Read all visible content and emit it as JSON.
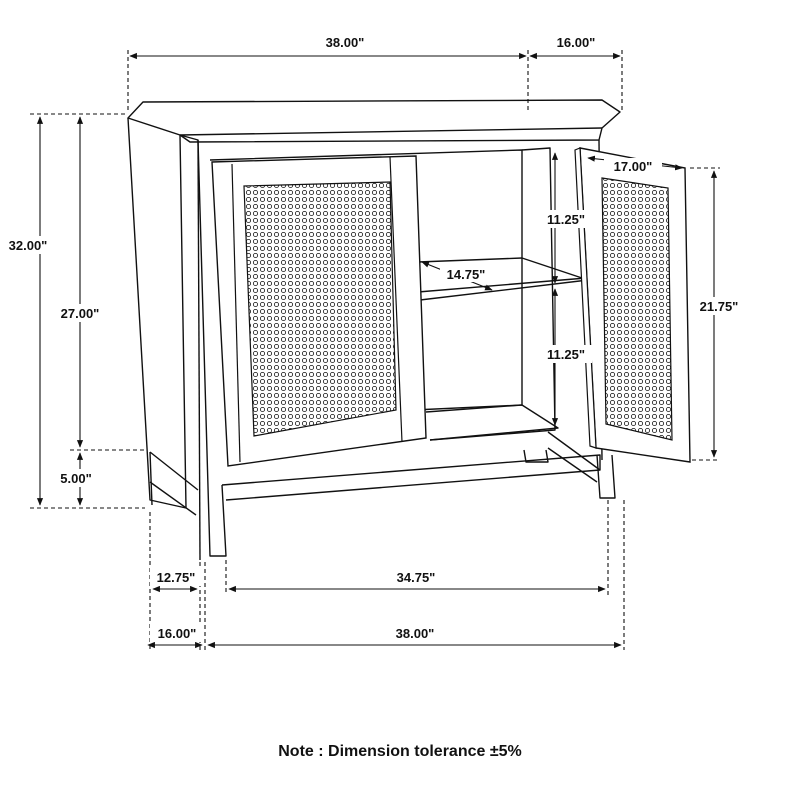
{
  "diagram": {
    "dimensions": {
      "top_width": "38.00\"",
      "top_depth": "16.00\"",
      "total_height": "32.00\"",
      "cabinet_height": "27.00\"",
      "leg_height": "5.00\"",
      "door_width": "17.00\"",
      "door_height": "21.75\"",
      "upper_shelf_height": "11.25\"",
      "shelf_depth": "14.75\"",
      "lower_shelf_height": "11.25\"",
      "inner_depth": "12.75\"",
      "inner_width": "34.75\"",
      "bottom_depth": "16.00\"",
      "bottom_width": "38.00\""
    },
    "note": "Note : Dimension tolerance ±5%",
    "colors": {
      "line": "#111111",
      "background": "#ffffff"
    }
  }
}
